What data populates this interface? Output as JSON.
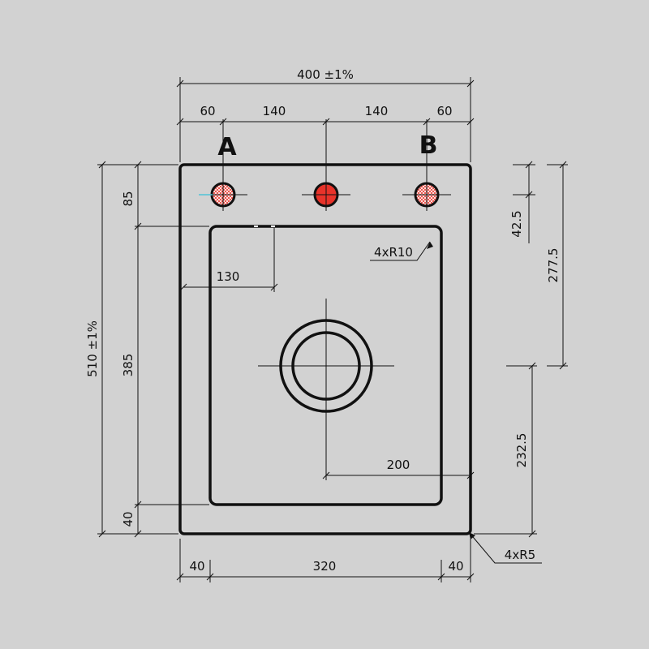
{
  "dimensions": {
    "overall_width": "400 ±1%",
    "overall_height": "510 ±1%",
    "hole_spacing_left": "60",
    "hole_spacing_mid_left": "140",
    "hole_spacing_mid_right": "140",
    "hole_spacing_right": "60",
    "top_margin": "85",
    "bowl_height": "385",
    "bottom_margin": "40",
    "hole_offset_top": "42.5",
    "drain_from_top": "277.5",
    "drain_from_bottom": "232.5",
    "bowl_offset": "130",
    "drain_from_right": "200",
    "bottom_left_margin": "40",
    "bowl_width": "320",
    "bottom_right_margin": "40",
    "inner_radius": "4xR10",
    "outer_radius": "4xR5"
  },
  "markers": {
    "left": "A",
    "right": "B"
  },
  "colors": {
    "background": "#d2d2d2",
    "line": "#111111",
    "hole_fill": "#e8332a",
    "accent_line": "#4fc3d8"
  }
}
